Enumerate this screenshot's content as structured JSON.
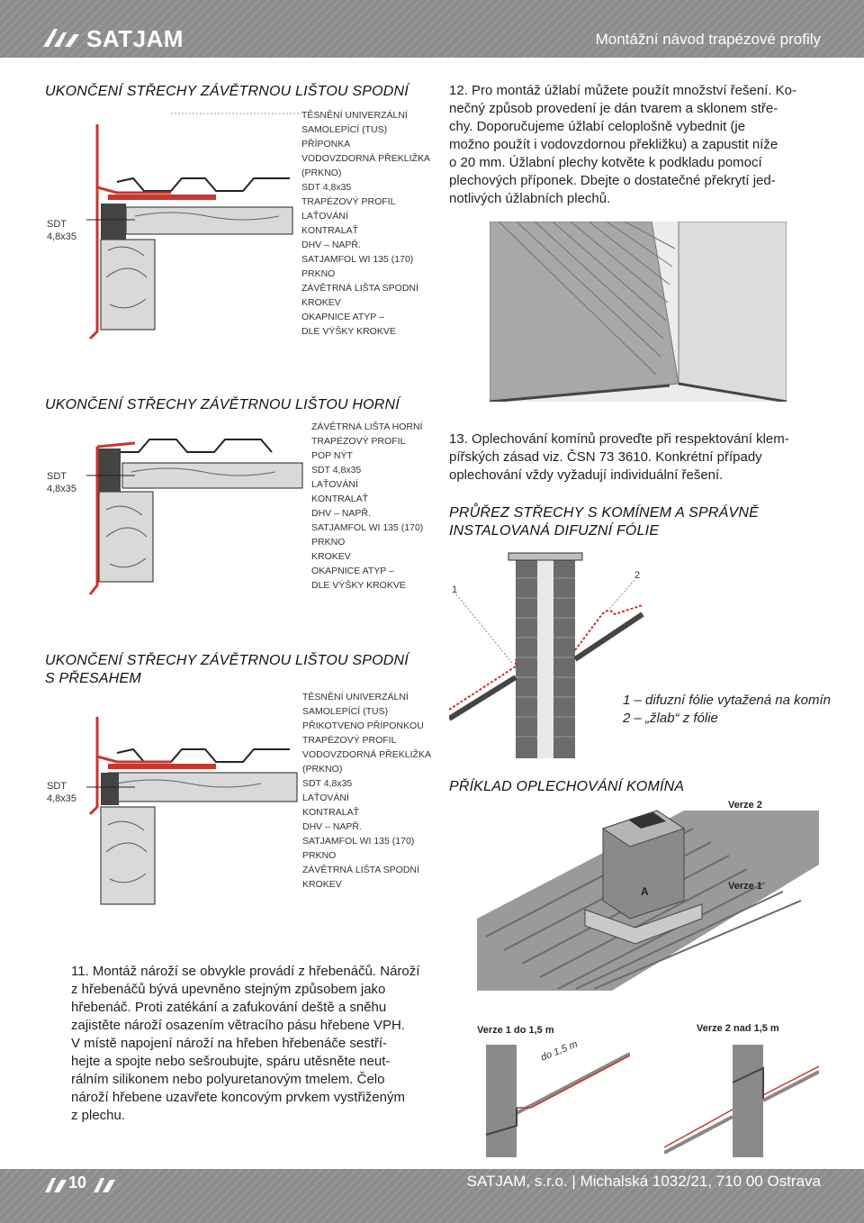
{
  "header": {
    "brand": "SATJAM",
    "doc_title": "Montážní návod trapézové profily"
  },
  "sections": {
    "s1_title": "UKONČENÍ STŘECHY ZÁVĚTRNOU LIŠTOU SPODNÍ",
    "s1_sdt": "SDT\n4,8x35",
    "s1_labels": [
      "TĚSNĚNÍ UNIVERZÁLNÍ\nSAMOLEPÍCÍ (TUS)",
      "PŘÍPONKA",
      "VODOVZDORNÁ PŘEKLIŽKA\n(PRKNO)",
      "SDT 4,8x35",
      "TRAPÉZOVÝ PROFIL",
      "LAŤOVÁNÍ",
      "KONTRALAŤ",
      "DHV – NAPŘ.\nSATJAMFOL WI 135 (170)",
      "PRKNO",
      "ZÁVĚTRNÁ LIŠTA SPODNÍ",
      "KROKEV",
      "OKAPNICE ATYP –\nDLE VÝŠKY KROKVE"
    ],
    "s2_title": "UKONČENÍ STŘECHY ZÁVĚTRNOU LIŠTOU HORNÍ",
    "s2_sdt": "SDT\n4,8x35",
    "s2_labels": [
      "ZÁVĚTRNÁ LIŠTA HORNÍ",
      "TRAPÉZOVÝ PROFIL",
      "POP NÝT",
      "SDT 4,8x35",
      "LAŤOVÁNÍ",
      "KONTRALAŤ",
      "DHV – NAPŘ.\nSATJAMFOL WI 135 (170)",
      "PRKNO",
      "KROKEV",
      "OKAPNICE ATYP –\nDLE VÝŠKY KROKVE"
    ],
    "s3_title_1": "UKONČENÍ STŘECHY ZÁVĚTRNOU LIŠTOU SPODNÍ",
    "s3_title_2": "S PŘESAHEM",
    "s3_sdt": "SDT\n4,8x35",
    "s3_labels": [
      "TĚSNĚNÍ UNIVERZÁLNÍ\nSAMOLEPÍCÍ (TUS)",
      "PŘIKOTVENO PŘÍPONKOU",
      "TRAPÉZOVÝ PROFIL",
      "VODOVZDORNÁ PŘEKLIŽKA\n(PRKNO)",
      "SDT 4,8x35",
      "LAŤOVÁNÍ",
      "KONTRALAŤ",
      "DHV – NAPŘ.\nSATJAMFOL WI 135 (170)",
      "PRKNO",
      "ZÁVĚTRNÁ LIŠTA SPODNÍ",
      "KROKEV"
    ]
  },
  "paragraphs": {
    "p11": [
      "11. Montáž nároží se obvykle provádí z hřebenáčů. Nároží",
      "z hřebenáčů bývá upevněno stejným způsobem jako",
      "hřebenáč. Proti zatékání a zafukování deště a sněhu",
      "zajistěte nároží osazením větracího pásu hřebene VPH.",
      "V místě napojení nároží na hřeben hřebenáče sestří-",
      "hejte a spojte nebo sešroubujte, spáru utěsněte neut-",
      "rálním silikonem nebo polyuretanovým tmelem. Čelo",
      "nároží hřebene uzavřete koncovým prvkem vystřiženým",
      "z plechu."
    ],
    "p12": [
      "12. Pro montáž úžlabí můžete použít množství řešení. Ko-",
      "nečný způsob provedení je dán tvarem a sklonem stře-",
      "chy. Doporučujeme úžlabí celoplošně vybednit (je",
      "možno použít i vodovzdornou překližku) a zapustit níže",
      "o 20 mm. Úžlabní plechy kotvěte k podkladu pomocí",
      "plechových příponek. Dbejte o dostatečné překrytí jed-",
      "notlivých úžlabních plechů."
    ],
    "p13": [
      "13. Oplechování komínů proveďte při respektování klem-",
      "pířských zásad viz. ČSN 73 3610. Konkrétní případy",
      "oplechování vždy vyžadují individuální řešení."
    ]
  },
  "chimney": {
    "title_1": "PRŮŘEZ STŘECHY S KOMÍNEM A SPRÁVNĚ",
    "title_2": "INSTALOVANÁ DIFUZNÍ FÓLIE",
    "marker_1": "1",
    "marker_2": "2",
    "legend_1": "1 – difuzní fólie vytažená na komín",
    "legend_2": "2 – „žlab“ z fólie",
    "example_title": "PŘÍKLAD OPLECHOVÁNÍ KOMÍNA",
    "verze_2": "Verze 2",
    "verze_1": "Verze 1",
    "point_a": "A",
    "detail_v1": "Verze 1 do 1,5 m",
    "detail_v2": "Verze 2 nad 1,5 m",
    "detail_dim": "do 1,5 m"
  },
  "footer": {
    "page_number": "10",
    "company": "SATJAM, s.r.o.  |  Michalská 1032/21, 710 00  Ostrava"
  },
  "colors": {
    "band": "#8c8c8c",
    "flashing_red": "#c8372d",
    "sheet_grey": "#9a9a9a"
  }
}
